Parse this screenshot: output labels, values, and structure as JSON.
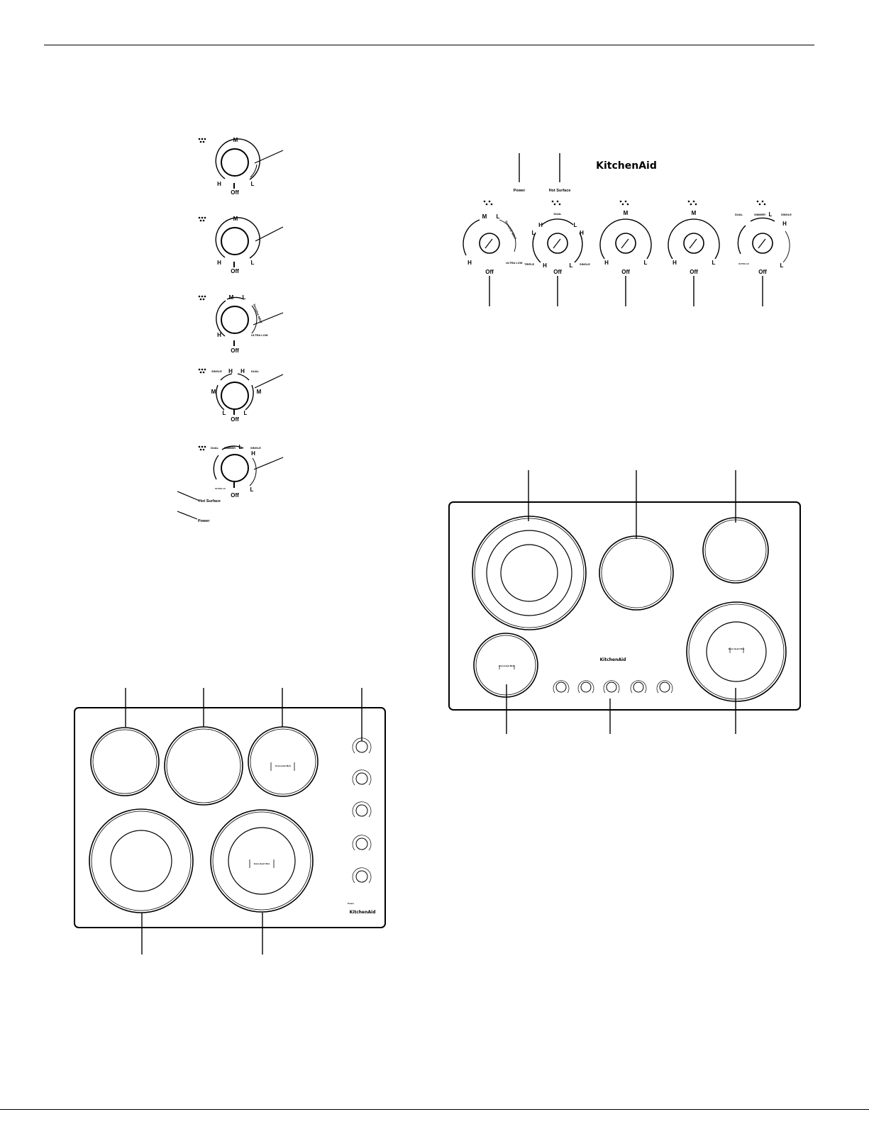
{
  "brand": "KitchenAid",
  "left_knobs": [
    {
      "top": "M",
      "left": "H",
      "right": "L",
      "bottom": "Off"
    },
    {
      "top": "M",
      "left": "H",
      "right": "L",
      "bottom": "Off"
    },
    {
      "top": "M",
      "top_right": "L",
      "left": "H",
      "curve_upper": "Sensitive MELT",
      "curve_lower": "ULTRA LOW",
      "bottom": "Off"
    },
    {
      "top_left": "SINGLE",
      "top_h1": "H",
      "top_h2": "H",
      "top_right": "DUAL",
      "left": "M",
      "right": "M",
      "left_low": "L",
      "right_low": "L",
      "bottom": "Off"
    },
    {
      "top_left": "DUAL",
      "top_mid": "SIMMER",
      "top_mid_l": "L",
      "top_right": "SINGLE",
      "right_h": "H",
      "left_low": "ULTRA LO",
      "right": "L",
      "bottom": "Off"
    }
  ],
  "left_labels": {
    "hot_surface": "Hot Surface",
    "power": "Power"
  },
  "top_panel": {
    "power": "Power",
    "hot_surface": "Hot Surface",
    "knobs": [
      {
        "top": "M",
        "top_right": "L",
        "left": "H",
        "curve": "Sensitive MELT",
        "ultra_low": "ULTRA LOW",
        "bottom": "Off"
      },
      {
        "top": "DUAL",
        "left": "L",
        "right": "L",
        "h1": "H",
        "h2": "H",
        "bottom_left_h": "H",
        "bottom_right_l": "L",
        "far_left": "TRIPLE",
        "far_right": "SINGLE",
        "bottom": "Off"
      },
      {
        "top": "M",
        "left": "H",
        "right": "L",
        "bottom": "Off"
      },
      {
        "top": "M",
        "left": "H",
        "right": "L",
        "bottom": "Off"
      },
      {
        "top_left": "DUAL",
        "top_mid": "SIMMER",
        "top_mid_l": "L",
        "top_right": "SINGLE",
        "right_h": "H",
        "ultra_low": "ULTRA LO",
        "right_l": "L",
        "bottom": "Off"
      }
    ]
  },
  "cooktop_30": {
    "even_heat_1": "Even-Heat Melt",
    "even_heat_2": "Even-Heat Ultra",
    "power": "Power"
  },
  "cooktop_36": {
    "even_heat_1": "Even-Heat Melt",
    "even_heat_2": "Even-Heat Ultra"
  }
}
